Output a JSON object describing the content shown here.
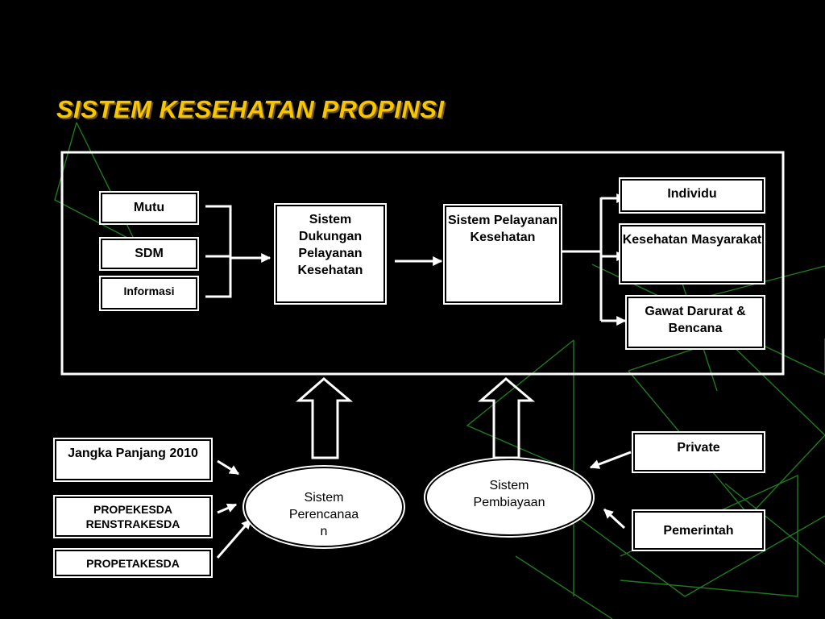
{
  "slide": {
    "title": "SISTEM KESEHATAN PROPINSI",
    "colors": {
      "background": "#000000",
      "title": "#f7c600",
      "box": "#ffffff",
      "decoration": "#1f7a1f"
    }
  },
  "inputs": {
    "mutu": "Mutu",
    "sdm": "SDM",
    "informasi": "Informasi"
  },
  "core": {
    "dukungan": "Sistem Dukungan Pelayanan Kesehatan",
    "pelayanan": "Sistem Pelayanan Kesehatan"
  },
  "outputs": {
    "individu": "Individu",
    "kesehatan_masyarakat": "Kesehatan Masyarakat",
    "gawat_darurat": "Gawat Darurat & Bencana"
  },
  "planning": {
    "jangka_panjang": "Jangka Panjang 2010",
    "propekesda": "PROPEKESDA",
    "renstrakesda": "RENSTRAKESDA",
    "propetakesda": "PROPETAKESDA",
    "sistem_perencanaan_line1": "Sistem",
    "sistem_perencanaan_line2": "Perencanaa",
    "sistem_perencanaan_line3": "n"
  },
  "financing": {
    "private": "Private",
    "pemerintah": "Pemerintah",
    "sistem_pembiayaan": "Sistem Pembiayaan"
  }
}
